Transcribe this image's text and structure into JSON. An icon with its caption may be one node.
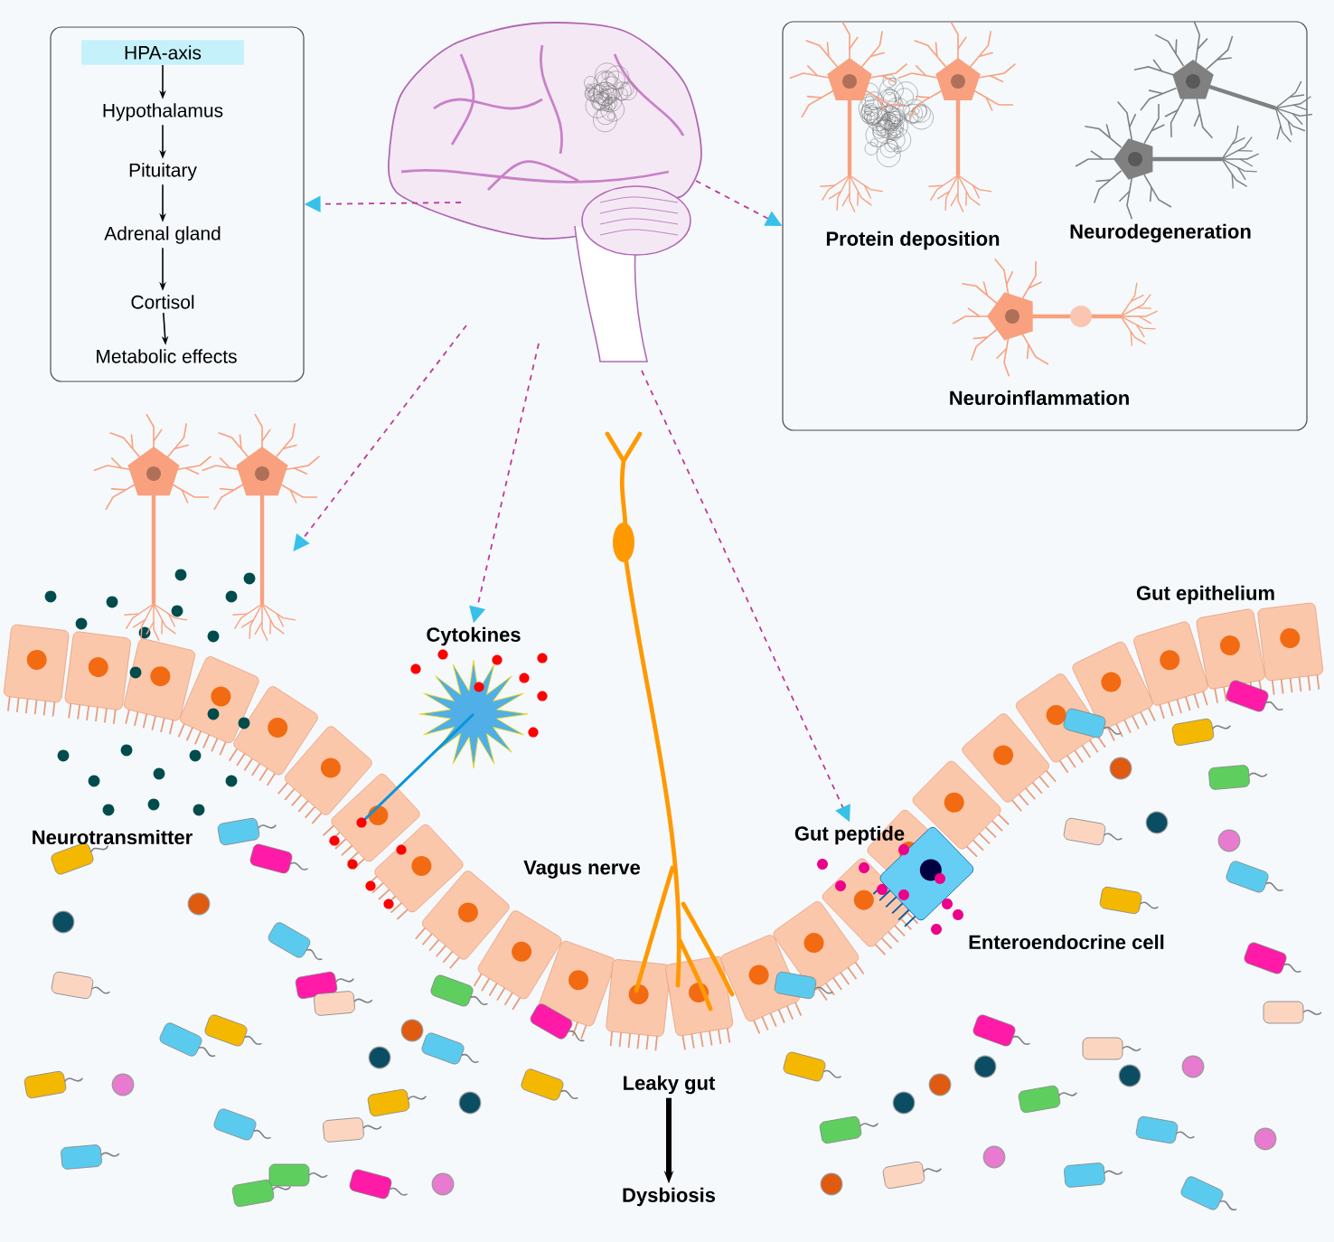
{
  "diagram": {
    "nodes": [
      {
        "text": [],
        "shape": "box"
      },
      {
        "text": [
          "HPA-axis"
        ],
        "in": 0
      },
      {
        "text": [
          "Hypothalamus"
        ],
        "in": 0
      },
      {
        "text": [
          "Pituitary"
        ],
        "in": 0
      },
      {
        "text": [
          "Adrenal gland"
        ],
        "in": 0
      },
      {
        "text": [
          "Cortisol"
        ],
        "in": 0
      },
      {
        "text": [
          "Metabolic effects"
        ],
        "in": 0
      },
      {
        "text": [],
        "shape": "picture"
      },
      {
        "text": [],
        "shape": "box"
      },
      {
        "text": [
          "Protein deposition"
        ],
        "in": 8
      },
      {
        "text": [
          "Neurodegeneration"
        ],
        "in": 8
      },
      {
        "text": [
          "Neuroinflammation"
        ],
        "in": 8
      },
      {
        "text": [],
        "shape": "picture"
      },
      {
        "text": [
          "Cytokines"
        ]
      },
      {
        "text": [
          "Gut peptide"
        ]
      },
      {
        "text": [
          "Leaky gut"
        ]
      },
      {
        "text": [
          "Dysbiosis"
        ]
      }
    ],
    "edges": [
      {
        "from": 1,
        "to": 2,
        "arrow": "to"
      },
      {
        "from": 2,
        "to": 3,
        "arrow": "to"
      },
      {
        "from": 3,
        "to": 4,
        "arrow": "to"
      },
      {
        "from": 4,
        "to": 5,
        "arrow": "to"
      },
      {
        "from": 5,
        "to": 6,
        "arrow": "to"
      },
      {
        "from": 7,
        "to": 0,
        "arrow": "to",
        "style": "dashed",
        "color": "#c0399a"
      },
      {
        "from": 7,
        "to": 8,
        "arrow": "to",
        "style": "dashed",
        "color": "#c0399a"
      },
      {
        "from": 7,
        "to": 12,
        "arrow": "to",
        "style": "dashed",
        "color": "#c0399a"
      },
      {
        "from": 7,
        "to": 13,
        "arrow": "to",
        "style": "dashed",
        "color": "#c0399a"
      },
      {
        "from": 7,
        "to": 14,
        "arrow": "to",
        "style": "dashed",
        "color": "#c0399a"
      },
      {
        "from": 15,
        "to": 16,
        "arrow": "to",
        "style": "thick"
      }
    ],
    "labels": [
      "Gut epithelium",
      "Neurotransmitter",
      "Vagus nerve",
      "Enteroendocrine cell"
    ]
  }
}
